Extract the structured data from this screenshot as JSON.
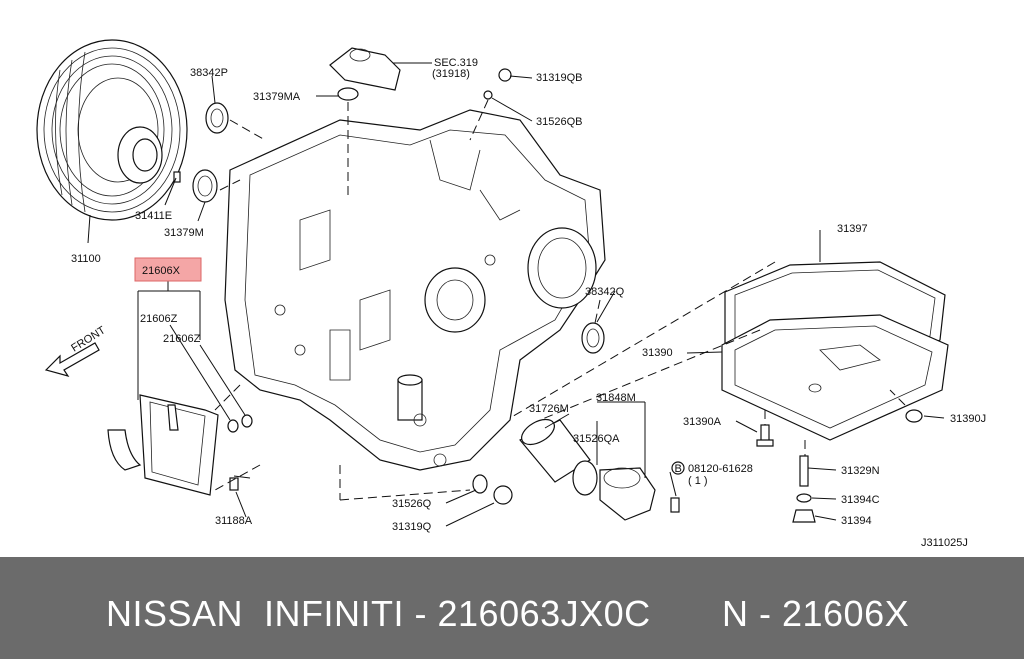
{
  "labels": {
    "sec319": "SEC.319",
    "sec319_sub": "(31918)",
    "p31319qb": "31319QB",
    "p38342p": "38342P",
    "p31379ma": "31379MA",
    "p31526qb": "31526QB",
    "p31411e": "31411E",
    "p31379m": "31379M",
    "p31100": "31100",
    "p21606x": "21606X",
    "p21606z_a": "21606Z",
    "p21606z_b": "21606Z",
    "front": "FRONT",
    "p31397": "31397",
    "p38342q": "38342Q",
    "p31390": "31390",
    "p31726m": "31726M",
    "p31848m": "31848M",
    "p31526qa": "31526QA",
    "p31390a": "31390A",
    "p31390j": "31390J",
    "p08120": "08120-61628",
    "p08120_qty": "( 1 )",
    "circle_b": "B",
    "p31329n": "31329N",
    "p31394c": "31394C",
    "p31394": "31394",
    "p31526q": "31526Q",
    "p31319q": "31319Q",
    "p31188a": "31188A",
    "ref": "J311025J"
  },
  "footer": {
    "left": "NISSAN  INFINITI - 216063JX0C",
    "right": "N - 21606X"
  },
  "colors": {
    "highlight_fill": "#f4a6a6",
    "highlight_border": "#d66",
    "footer_bg": "#6b6b6b"
  }
}
